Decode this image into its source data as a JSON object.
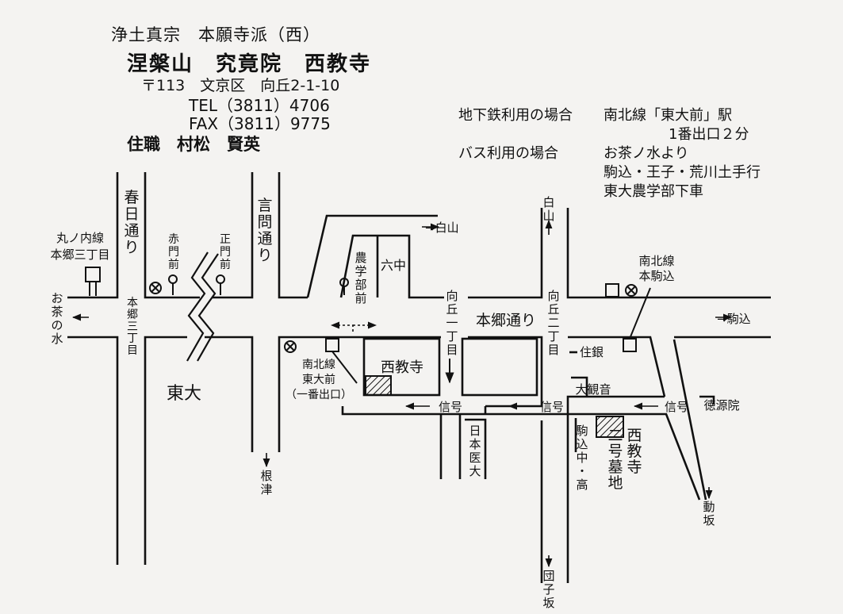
{
  "header": {
    "sect": "浄土真宗　本願寺派（西）",
    "temple": "涅槃山　究竟院　西教寺",
    "address": "〒113　文京区　向丘2-1-10",
    "tel": "TEL（3811）4706",
    "fax": "FAX（3811）9775",
    "priest": "住職　村松　賢英"
  },
  "access": [
    {
      "key": "地下鉄利用の場合",
      "lines": [
        "南北線「東大前」駅",
        "　1番出口２分"
      ]
    },
    {
      "key": "バス利用の場合",
      "lines": [
        "お茶ノ水より",
        "駒込・王子・荒川土手行",
        "東大農学部下車"
      ]
    }
  ],
  "labels": {
    "kasuga": "春日通り",
    "kototoi": "言問通り",
    "hongo3_ekimei": "丸ノ内線\n本郷三丁目",
    "ochanomizu": "お茶の水",
    "hongo3_cross": "本郷三丁目",
    "akamon": "赤門前",
    "seimon": "正門前",
    "todai": "東大",
    "nougakubu": "農学部前",
    "rokuchu": "六中",
    "hakusan_right": "→白山",
    "hakusan_up": "白山",
    "mukogaoka1": "向丘一丁目",
    "mukogaoka2": "向丘二丁目",
    "hongo_dori": "本郷通り",
    "komagome_right": "→駒込",
    "nanboku_komagome": "南北線\n本駒込",
    "nanboku_todaimae": "南北線\n東大前\n（一番出口）",
    "saikyoji": "西教寺",
    "shingo": "信号",
    "sumigin": "住銀",
    "daikannon": "大観音",
    "tokugen": "徳源院",
    "nichiidai": "日本医大",
    "komagome_chuko": "駒込中・高",
    "bochi": "西教寺\n二号墓地",
    "nezu": "根津",
    "dangozaka": "団子坂",
    "dozaka": "動坂"
  }
}
